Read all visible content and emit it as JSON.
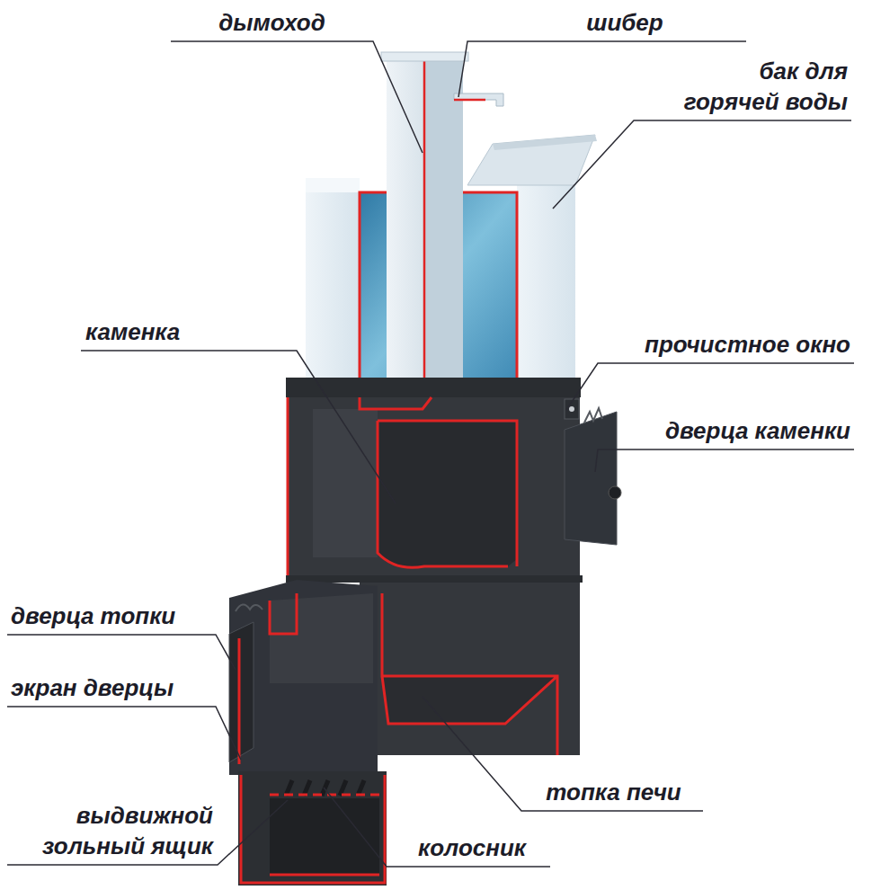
{
  "diagram": {
    "labels": [
      "дымоход",
      "шибер",
      "бак для горячей воды",
      "каменка",
      "прочистное окно",
      "дверца каменки",
      "дверца топки",
      "экран дверцы",
      "топка печи",
      "выдвижной зольный ящик",
      "колосник"
    ]
  }
}
